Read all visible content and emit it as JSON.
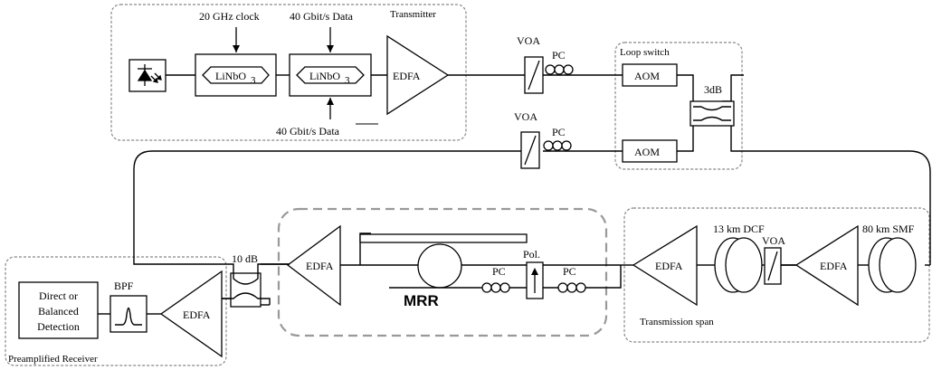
{
  "labels": {
    "transmitter": "Transmitter",
    "clock": "20 GHz clock",
    "data_top": "40 Gbit/s Data",
    "data_bottom_prefix": "40 Gbit/s ",
    "data_bottom_bar": "Data",
    "linbo3_main": "LiNbO",
    "linbo3_sub": "3",
    "edfa": "EDFA",
    "voa": "VOA",
    "pc": "PC",
    "loop_switch": "Loop switch",
    "aom": "AOM",
    "coupler_3db": "3dB",
    "coupler_10db": "10 dB",
    "mrr": "MRR",
    "pol": "Pol.",
    "dcf": "13 km DCF",
    "smf": "80 km SMF",
    "transmission_span": "Transmission span",
    "bpf": "BPF",
    "detection_line1": "Direct or",
    "detection_line2": "Balanced",
    "detection_line3": "Detection",
    "preamp_receiver": "Preamplified Receiver"
  },
  "icons": [
    "photodiode-laser-icon",
    "bandpass-filter-icon",
    "polarizer-arrow-icon",
    "fiber-spool-icon",
    "polarization-controller-icon"
  ]
}
